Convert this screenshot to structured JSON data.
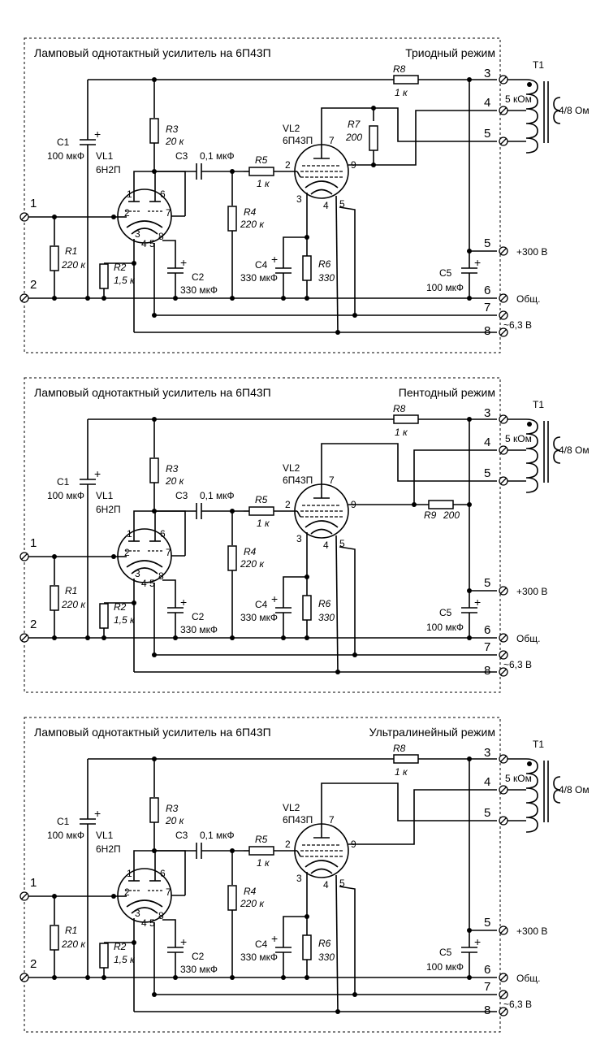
{
  "panels": [
    {
      "title": "Ламповый однотактный усилитель на 6П43П",
      "mode": "Триодный режим",
      "screen_variant": "triode",
      "r7_label": "R7",
      "r7_value": "200"
    },
    {
      "title": "Ламповый однотактный усилитель на 6П43П",
      "mode": "Пентодный режим",
      "screen_variant": "pentode",
      "r9_label": "R9",
      "r9_value": "200"
    },
    {
      "title": "Ламповый однотактный усилитель на 6П43П",
      "mode": "Ультралинейный режим",
      "screen_variant": "ultralinear"
    }
  ],
  "parts": {
    "c1": {
      "label": "C1",
      "value": "100 мкФ"
    },
    "vl1": {
      "label": "VL1",
      "type": "6Н2П"
    },
    "r1": {
      "label": "R1",
      "value": "220 к"
    },
    "r2": {
      "label": "R2",
      "value": "1,5 к"
    },
    "r3": {
      "label": "R3",
      "value": "20 к"
    },
    "c2": {
      "label": "C2",
      "value": "330 мкФ"
    },
    "c3": {
      "label": "C3",
      "value": "0,1 мкФ"
    },
    "r4": {
      "label": "R4",
      "value": "220 к"
    },
    "r5": {
      "label": "R5",
      "value": "1 к"
    },
    "vl2": {
      "label": "VL2",
      "type": "6П43П"
    },
    "c4": {
      "label": "C4",
      "value": "330 мкФ"
    },
    "r6": {
      "label": "R6",
      "value": "330"
    },
    "r8": {
      "label": "R8",
      "value": "1 к"
    },
    "c5": {
      "label": "C5",
      "value": "100 мкФ"
    },
    "t1": {
      "label": "T1",
      "primary": "5 кОм",
      "secondary": "4/8 Ом"
    }
  },
  "terminals": {
    "t1": "1",
    "t2": "2",
    "t3": "3",
    "t4": "4",
    "t5": "5",
    "t5b": "5",
    "t6": "6",
    "t7": "7",
    "t8": "8",
    "v300": "+300 В",
    "gnd": "Общ.",
    "heater": "~6,3 В"
  },
  "tube_pins": {
    "vl1": [
      "1",
      "2",
      "3",
      "4",
      "5",
      "6",
      "7",
      "8"
    ],
    "vl2": [
      "2",
      "3",
      "4",
      "5",
      "7",
      "9"
    ]
  },
  "polarity": "+"
}
